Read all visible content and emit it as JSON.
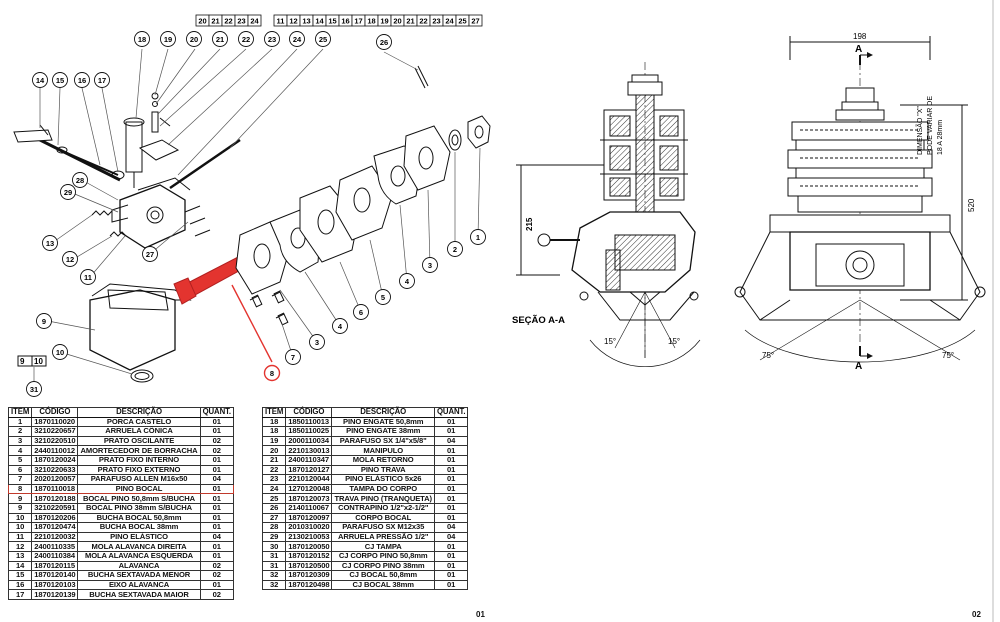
{
  "header_strip": [
    "20",
    "21",
    "22",
    "23",
    "24",
    "",
    "11",
    "12",
    "13",
    "14",
    "15",
    "16",
    "17",
    "18",
    "19",
    "20",
    "21",
    "22",
    "23",
    "24",
    "25",
    "27"
  ],
  "callouts": [
    "1",
    "2",
    "3",
    "4",
    "5",
    "6",
    "7",
    "8",
    "9",
    "10",
    "11",
    "12",
    "13",
    "14",
    "15",
    "16",
    "17",
    "18",
    "19",
    "20",
    "21",
    "22",
    "23",
    "24",
    "25",
    "26",
    "27",
    "28",
    "29",
    "31"
  ],
  "assembly_boxes": [
    "9",
    "10"
  ],
  "section": {
    "label": "SEÇÃO A-A",
    "dim_215": "215",
    "angle_left": "15°",
    "angle_right": "15°"
  },
  "side_view": {
    "dim_198": "198",
    "dim_520": "520",
    "note_line1": "DIMENSÃO \"X\"",
    "note_line2": "PODE VARIAR DE",
    "note_line3": "18 A 28mm",
    "cut_mark": "A",
    "angle_left": "75°",
    "angle_right": "75°"
  },
  "highlight_color": "#e3342f",
  "table_headers": {
    "item": "ITEM",
    "code": "CÓDIGO",
    "desc": "DESCRIÇÃO",
    "qty": "QUANT."
  },
  "table_left": [
    {
      "item": "1",
      "code": "1870110020",
      "desc": "PORCA CASTELO",
      "qty": "01"
    },
    {
      "item": "2",
      "code": "3210220657",
      "desc": "ARRUELA CÔNICA",
      "qty": "01"
    },
    {
      "item": "3",
      "code": "3210220510",
      "desc": "PRATO OSCILANTE",
      "qty": "02"
    },
    {
      "item": "4",
      "code": "2440110012",
      "desc": "AMORTECEDOR DE BORRACHA",
      "qty": "02"
    },
    {
      "item": "5",
      "code": "1870120024",
      "desc": "PRATO FIXO INTERNO",
      "qty": "01"
    },
    {
      "item": "6",
      "code": "3210220633",
      "desc": "PRATO FIXO EXTERNO",
      "qty": "01"
    },
    {
      "item": "7",
      "code": "2020120057",
      "desc": "PARAFUSO ALLEN M16x50",
      "qty": "04"
    },
    {
      "item": "8",
      "code": "1870110018",
      "desc": "PINO BOCAL",
      "qty": "01"
    },
    {
      "item": "9",
      "code": "1870120188",
      "desc": "BOCAL PINO 50,8mm S/BUCHA",
      "qty": "01"
    },
    {
      "item": "9",
      "code": "3210220591",
      "desc": "BOCAL PINO 38mm S/BUCHA",
      "qty": "01"
    },
    {
      "item": "10",
      "code": "1870120206",
      "desc": "BUCHA BOCAL 50,8mm",
      "qty": "01"
    },
    {
      "item": "10",
      "code": "1870120474",
      "desc": "BUCHA BOCAL 38mm",
      "qty": "01"
    },
    {
      "item": "11",
      "code": "2210120032",
      "desc": "PINO ELÁSTICO",
      "qty": "04"
    },
    {
      "item": "12",
      "code": "2400110335",
      "desc": "MOLA ALAVANCA DIREITA",
      "qty": "01"
    },
    {
      "item": "13",
      "code": "2400110384",
      "desc": "MOLA ALAVANCA ESQUERDA",
      "qty": "01"
    },
    {
      "item": "14",
      "code": "1870120115",
      "desc": "ALAVANCA",
      "qty": "02"
    },
    {
      "item": "15",
      "code": "1870120140",
      "desc": "BUCHA SEXTAVADA MENOR",
      "qty": "02"
    },
    {
      "item": "16",
      "code": "1870120103",
      "desc": "EIXO ALAVANCA",
      "qty": "01"
    },
    {
      "item": "17",
      "code": "1870120139",
      "desc": "BUCHA SEXTAVADA MAIOR",
      "qty": "02"
    }
  ],
  "table_right": [
    {
      "item": "18",
      "code": "1850110013",
      "desc": "PINO ENGATE 50,8mm",
      "qty": "01"
    },
    {
      "item": "18",
      "code": "1850110025",
      "desc": "PINO ENGATE 38mm",
      "qty": "01"
    },
    {
      "item": "19",
      "code": "2000110034",
      "desc": "PARAFUSO SX 1/4\"x5/8\"",
      "qty": "04"
    },
    {
      "item": "20",
      "code": "2210130013",
      "desc": "MANIPULO",
      "qty": "01"
    },
    {
      "item": "21",
      "code": "2400110347",
      "desc": "MOLA RETORNO",
      "qty": "01"
    },
    {
      "item": "22",
      "code": "1870120127",
      "desc": "PINO TRAVA",
      "qty": "01"
    },
    {
      "item": "23",
      "code": "2210120044",
      "desc": "PINO ELÁSTICO 5x26",
      "qty": "01"
    },
    {
      "item": "24",
      "code": "1270120048",
      "desc": "TAMPA DO CORPO",
      "qty": "01"
    },
    {
      "item": "25",
      "code": "1870120073",
      "desc": "TRAVA PINO (TRANQUETA)",
      "qty": "01"
    },
    {
      "item": "26",
      "code": "2140110067",
      "desc": "CONTRAPINO 1/2\"x2-1/2\"",
      "qty": "01"
    },
    {
      "item": "27",
      "code": "1870120097",
      "desc": "CORPO BOCAL",
      "qty": "01"
    },
    {
      "item": "28",
      "code": "2010310020",
      "desc": "PARAFUSO SX M12x35",
      "qty": "04"
    },
    {
      "item": "29",
      "code": "2130210053",
      "desc": "ARRUELA PRESSÃO 1/2\"",
      "qty": "04"
    },
    {
      "item": "30",
      "code": "1870120050",
      "desc": "CJ TAMPA",
      "qty": "01"
    },
    {
      "item": "31",
      "code": "1870120152",
      "desc": "CJ CORPO PINO 50,8mm",
      "qty": "01"
    },
    {
      "item": "31",
      "code": "1870120500",
      "desc": "CJ CORPO PINO 38mm",
      "qty": "01"
    },
    {
      "item": "32",
      "code": "1870120309",
      "desc": "CJ BOCAL 50,8mm",
      "qty": "01"
    },
    {
      "item": "32",
      "code": "1870120498",
      "desc": "CJ BOCAL 38mm",
      "qty": "01"
    }
  ],
  "highlight_row_index": 7,
  "page_numbers": {
    "left": "01",
    "right": "02"
  }
}
